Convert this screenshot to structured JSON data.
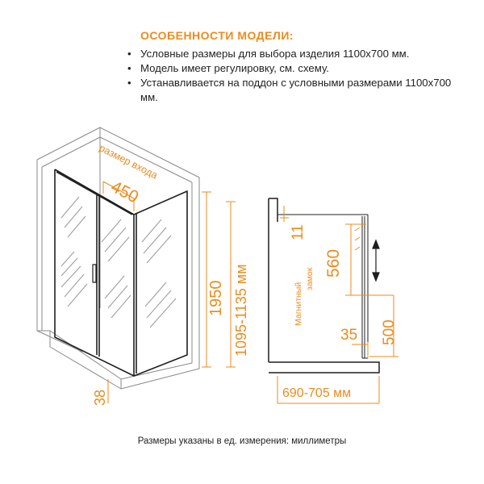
{
  "features": {
    "title": "ОСОБЕННОСТИ МОДЕЛИ:",
    "items": [
      "Условные размеры для выбора изделия 1100х700 мм.",
      "Модель имеет регулировку, см. схему.",
      "Устанавливается на поддон с условными размерами 1100х700 мм."
    ]
  },
  "left_view": {
    "entry_caption": "размер входа",
    "entry_width": "450",
    "height": "1950",
    "adjust_range": "1095-1135 мм",
    "tray_height": "38"
  },
  "right_view": {
    "top_gap": "11",
    "lock_label_1": "Магнитный",
    "lock_label_2": "замок",
    "lock_height": "560",
    "offset": "35",
    "lower_height": "500",
    "width_range": "690-705 мм"
  },
  "footer": "Размеры указаны в ед. измерения: миллиметры",
  "colors": {
    "accent": "#f08a1c",
    "line": "#1f1f1f",
    "light_line": "#8a8a8a"
  }
}
